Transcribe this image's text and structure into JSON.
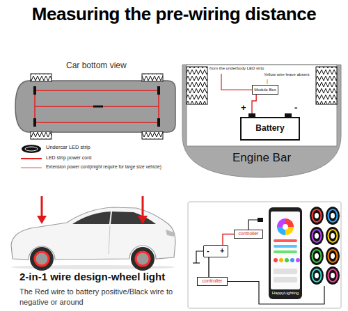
{
  "diagram": {
    "title": "Measuring the pre-wiring distance",
    "nodes": [
      {
        "text": [
          "Engine Bar"
        ]
      },
      {
        "text": [
          "Module Box"
        ],
        "in": 0
      },
      {
        "text": [
          "+",
          "-",
          "Battery"
        ],
        "in": 0
      },
      {
        "text": [
          "-",
          "+"
        ]
      },
      {
        "text": [
          "controller"
        ]
      },
      {
        "text": [
          "controller"
        ]
      },
      {
        "text": [
          "HappyLighting"
        ]
      }
    ],
    "edges": [
      {
        "from": 1,
        "to": 2,
        "arrow": "none"
      },
      {
        "from": 3,
        "to": 4,
        "arrow": "none"
      },
      {
        "from": 3,
        "to": 5,
        "arrow": "none"
      }
    ],
    "labels": [
      "Car bottom view",
      "from the underbody LED strip",
      "Yellow wire leave absent",
      "2-in-1 wire design-wheel light",
      "The Red wire to battery positive/Black wire to negative or around"
    ],
    "legend": [
      {
        "text": "Undercar LED strip"
      },
      {
        "text": "LED strip power cord"
      },
      {
        "text": "Extension power cord(might require for large size vehicle)"
      }
    ]
  }
}
